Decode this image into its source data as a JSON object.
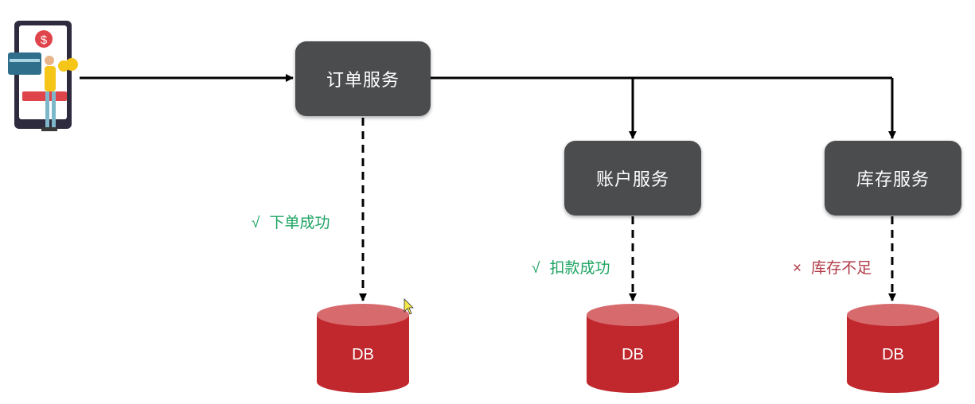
{
  "client": {
    "icon": "mobile-payment-user-icon"
  },
  "services": {
    "order": {
      "label": "订单服务"
    },
    "account": {
      "label": "账户服务"
    },
    "storage": {
      "label": "库存服务"
    }
  },
  "results": {
    "order": {
      "mark": "√",
      "text": "下单成功",
      "status": "success"
    },
    "account": {
      "mark": "√",
      "text": "扣款成功",
      "status": "success"
    },
    "storage": {
      "mark": "×",
      "text": "库存不足",
      "status": "failure"
    }
  },
  "databases": {
    "order": {
      "label": "DB"
    },
    "account": {
      "label": "DB"
    },
    "storage": {
      "label": "DB"
    }
  },
  "colors": {
    "service_box": "#4a4c4e",
    "db": "#c0282e",
    "db_top": "#d76a6d",
    "success": "#1fa463",
    "failure": "#b03a48",
    "arrow": "#000000"
  }
}
